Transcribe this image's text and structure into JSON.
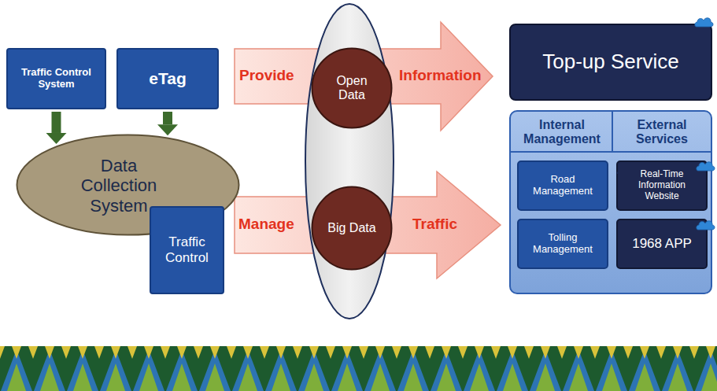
{
  "diagram": {
    "nodes": [
      {
        "text": [
          "Traffic Control System"
        ]
      },
      {
        "text": [
          "eTag"
        ]
      },
      {
        "text": [
          "Data Collection System"
        ]
      },
      {
        "text": [
          "Traffic Control"
        ]
      },
      {
        "text": [
          "Open Data"
        ]
      },
      {
        "text": [
          "Big Data"
        ]
      },
      {
        "text": [
          "Top-up Service"
        ]
      },
      {
        "text": [
          "Internal Management",
          "External Services"
        ]
      },
      {
        "text": [
          "Road Management"
        ],
        "in": 7
      },
      {
        "text": [
          "Real-Time Information Website"
        ],
        "in": 7
      },
      {
        "text": [
          "Tolling Management"
        ],
        "in": 7
      },
      {
        "text": [
          "1968 APP"
        ],
        "in": 7
      }
    ],
    "edges": [
      {
        "from": 0,
        "to": 2,
        "arrow": "to"
      },
      {
        "from": 1,
        "to": 2,
        "arrow": "to"
      }
    ],
    "labels": [
      "Provide",
      "Information",
      "Manage",
      "Traffic",
      "......"
    ]
  }
}
